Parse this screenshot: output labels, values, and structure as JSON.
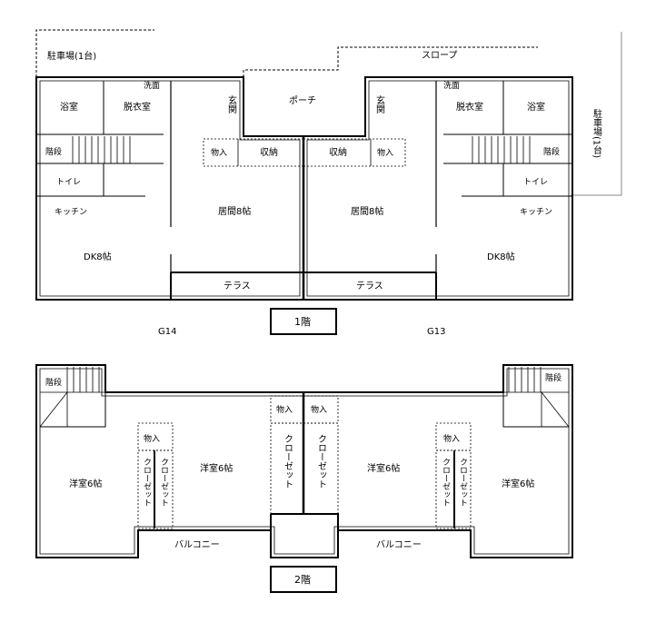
{
  "floor1": {
    "parking_left": "駐車場(1台)",
    "slope": "スロープ",
    "parking_right": "駐車場(1台)",
    "porch": "ポーチ",
    "entrance": "玄関",
    "storage": "収納",
    "closet_mono": "物入",
    "bath": "浴室",
    "wash": "洗面",
    "dressing": "脱衣室",
    "stairs": "階段",
    "toilet": "トイレ",
    "kitchen": "キッチン",
    "living": "居間8帖",
    "dk": "DK8帖",
    "terrace": "テラス",
    "floor_label": "1階",
    "unit_left": "G14",
    "unit_right": "G13"
  },
  "floor2": {
    "stairs": "階段",
    "room6": "洋室6帖",
    "closet_mono": "物入",
    "closet": "クローゼット",
    "balcony": "バルコニー",
    "floor_label": "2階"
  }
}
